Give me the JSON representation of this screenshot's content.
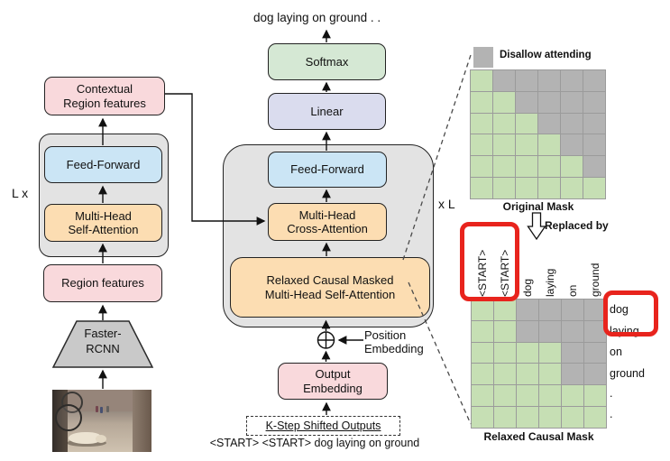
{
  "colors": {
    "accent_red": "#e8241d",
    "box_pink": "#f9d9dc",
    "box_blue": "#cbe5f5",
    "box_orange": "#fcddb2",
    "box_green": "#d5e8d4",
    "box_lavender": "#dadcee",
    "container_gray": "#e3e3e3",
    "trapezoid_gray": "#c9c9c9",
    "mask_green": "#c6dfb4",
    "mask_gray": "#b3b3b3"
  },
  "encoder": {
    "repeat_label": "L x",
    "contextual_features": "Contextual\nRegion features",
    "feed_forward": "Feed-Forward",
    "self_attention": "Multi-Head\nSelf-Attention",
    "region_features": "Region features",
    "faster_rcnn": "Faster-\nRCNN"
  },
  "decoder": {
    "repeat_label": "x L",
    "predicted_caption": "dog laying on ground . .",
    "softmax": "Softmax",
    "linear": "Linear",
    "feed_forward": "Feed-Forward",
    "cross_attention": "Multi-Head\nCross-Attention",
    "relaxed_attention": "Relaxed Causal Masked\nMulti-Head Self-Attention",
    "position_embedding": "Position\nEmbedding",
    "output_embedding": "Output\nEmbedding",
    "k_step_shifted": "K-Step Shifted Outputs",
    "shifted_input": "<START> <START> dog laying on ground"
  },
  "masks": {
    "legend_label": "Disallow attending",
    "replaced_by_label": "Replaced by",
    "original": {
      "title": "Original Mask",
      "grid": [
        [
          1,
          0,
          0,
          0,
          0,
          0
        ],
        [
          1,
          1,
          0,
          0,
          0,
          0
        ],
        [
          1,
          1,
          1,
          0,
          0,
          0
        ],
        [
          1,
          1,
          1,
          1,
          0,
          0
        ],
        [
          1,
          1,
          1,
          1,
          1,
          0
        ],
        [
          1,
          1,
          1,
          1,
          1,
          1
        ]
      ]
    },
    "relaxed": {
      "title": "Relaxed Causal Mask",
      "col_labels": [
        "<START>",
        "<START>",
        "dog",
        "laying",
        "on",
        "ground"
      ],
      "row_labels": [
        "dog",
        "laying",
        "on",
        "ground",
        ".",
        "."
      ],
      "grid": [
        [
          1,
          1,
          0,
          0,
          0,
          0
        ],
        [
          1,
          1,
          0,
          0,
          0,
          0
        ],
        [
          1,
          1,
          1,
          1,
          0,
          0
        ],
        [
          1,
          1,
          1,
          1,
          0,
          0
        ],
        [
          1,
          1,
          1,
          1,
          1,
          1
        ],
        [
          1,
          1,
          1,
          1,
          1,
          1
        ]
      ]
    }
  }
}
